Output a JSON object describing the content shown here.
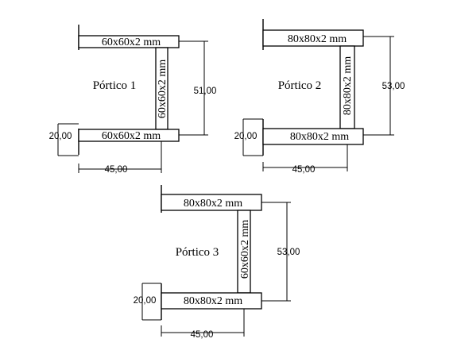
{
  "frames": [
    {
      "title": "Pórtico 1",
      "top_beam": "60x60x2 mm",
      "bottom_beam": "60x60x2 mm",
      "column": "60x60x2 mm",
      "height_dim": "51,00",
      "left_dim": "20,00",
      "width_dim": "45,00"
    },
    {
      "title": "Pórtico 2",
      "top_beam": "80x80x2 mm",
      "bottom_beam": "80x80x2 mm",
      "column": "80x80x2 mm",
      "height_dim": "53,00",
      "left_dim": "20,00",
      "width_dim": "45,00"
    },
    {
      "title": "Pórtico 3",
      "top_beam": "80x80x2 mm",
      "bottom_beam": "80x80x2 mm",
      "column": "60x60x2 mm",
      "height_dim": "53,00",
      "left_dim": "20,00",
      "width_dim": "45,00"
    }
  ]
}
